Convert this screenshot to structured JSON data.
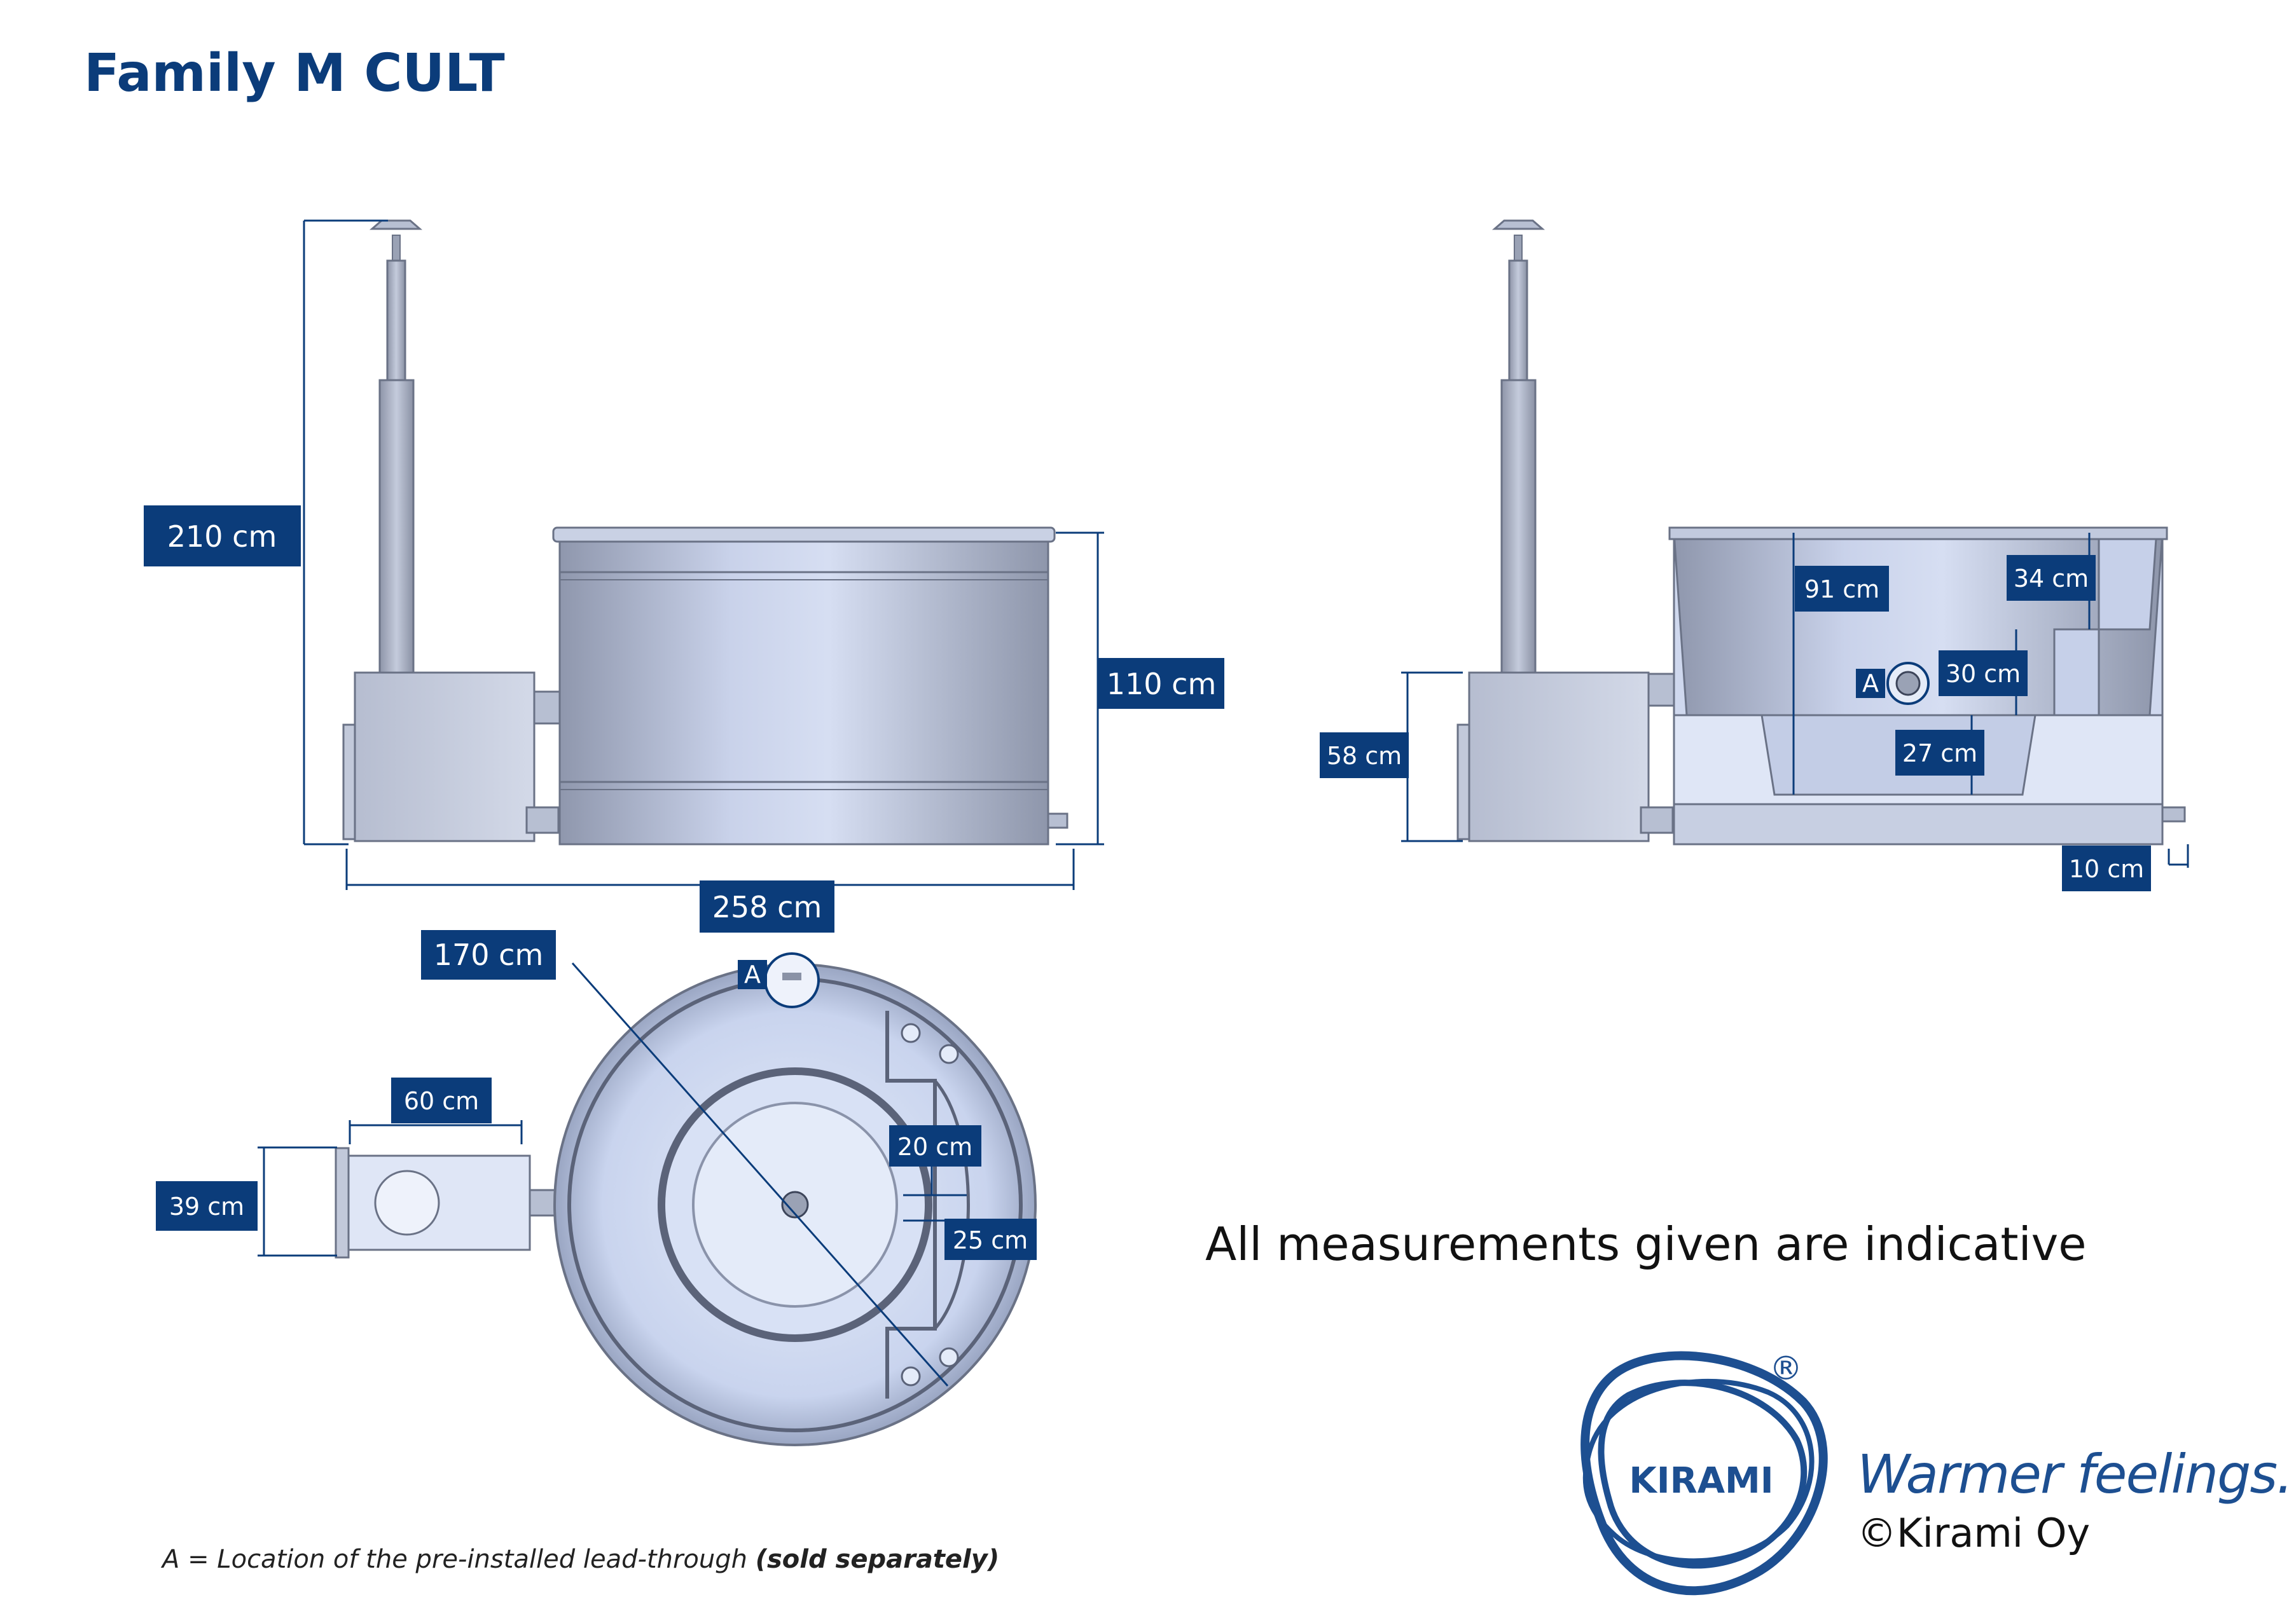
{
  "title": "Family M CULT",
  "side_view": {
    "total_height": "210 cm",
    "tub_height": "110 cm",
    "total_length": "258 cm"
  },
  "section_view": {
    "inner_depth": "91 cm",
    "step_upper": "34 cm",
    "step_middle": "30 cm",
    "step_lower": "27 cm",
    "stove_height": "58 cm",
    "base_height": "10 cm",
    "marker": "A"
  },
  "top_view": {
    "diameter": "170 cm",
    "stove_width": "60 cm",
    "stove_depth": "39 cm",
    "seat_depth": "20 cm",
    "step_depth": "25 cm",
    "marker": "A"
  },
  "note": "All measurements given are indicative",
  "footnote": {
    "text": "A = Location of the pre-installed lead-through ",
    "emphasis": "(sold separately)"
  },
  "brand": {
    "logo_text": "KIRAMI",
    "registered": "®",
    "slogan": "Warmer feelings.",
    "copyright": "©Kirami Oy"
  },
  "colors": {
    "label_bg": "#0b3c7a",
    "brand_blue": "#1d4f91",
    "metal": "#aeb6cc"
  }
}
